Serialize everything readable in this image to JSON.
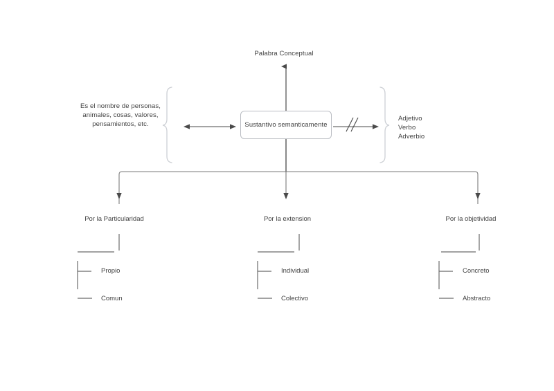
{
  "diagram": {
    "title": "Palabra Conceptual",
    "center_node": "Sustantivo semanticamente",
    "definition": "Es el nombre de personas, animales, cosas, valores, pensamientos, etc.",
    "contrast_list": "Adjetivo\nVerbo\nAdverbio",
    "break_mark": "//",
    "branches": [
      {
        "title": "Por la Particularidad",
        "leaves": [
          "Propio",
          "Comun"
        ]
      },
      {
        "title": "Por la extension",
        "leaves": [
          "Individual",
          "Colectivo"
        ]
      },
      {
        "title": "Por la objetividad",
        "leaves": [
          "Concreto",
          "Abstracto"
        ]
      }
    ]
  },
  "colors": {
    "background": "#ffffff",
    "text": "#3f3f3f",
    "line_dark": "#4a4a4a",
    "line_light": "#c3c6cb",
    "box_border": "#b9bcc2"
  }
}
